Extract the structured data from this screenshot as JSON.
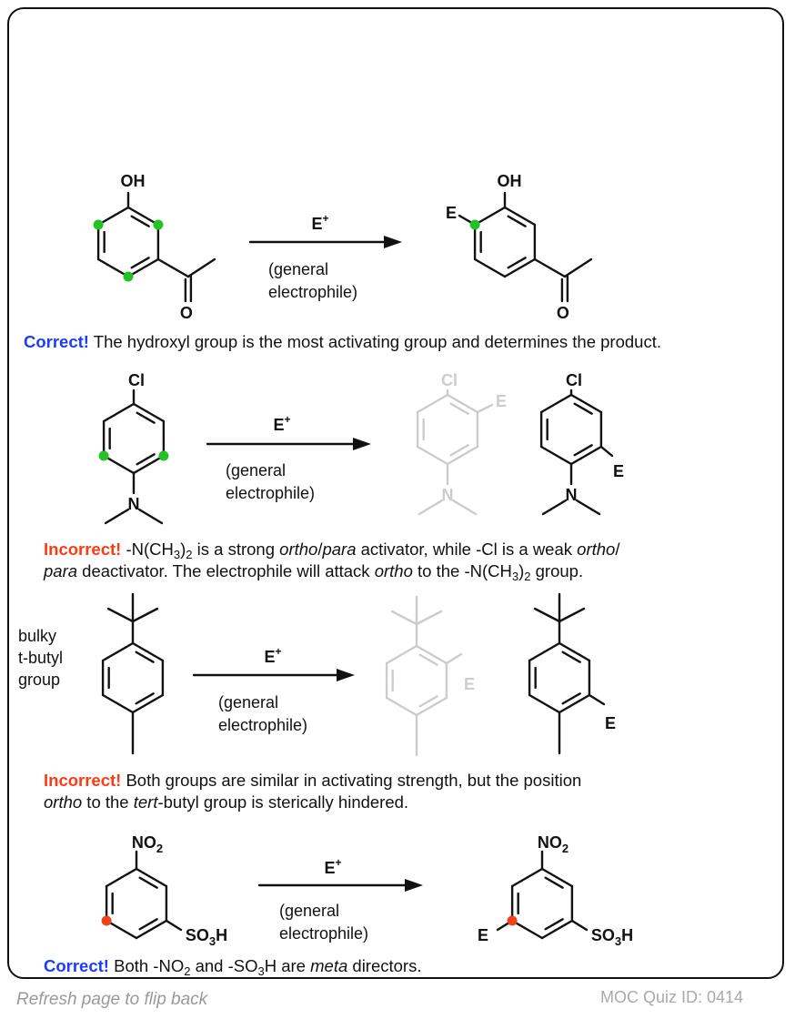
{
  "colors": {
    "activated_site": "#22c322",
    "meta_site": "#f2401c",
    "correct": "#1b3cff",
    "incorrect": "#ff3a12",
    "faded": "#cccccc"
  },
  "labels": {
    "oh": "OH",
    "o": "O",
    "e": "E",
    "cl": "Cl",
    "n": "N",
    "no2": [
      "NO",
      "2"
    ],
    "so3h": [
      "SO",
      "3",
      "H"
    ]
  },
  "reagent": {
    "e_main": "E",
    "e_sup": "+",
    "line1": "(general",
    "line2": "electrophile)"
  },
  "side_label": [
    "bulky",
    "t-butyl",
    "group"
  ],
  "captions": [
    {
      "lines": [
        [
          {
            "t": "Correct!",
            "s": "correct"
          },
          {
            "t": " The hydroxyl group is the most activating group and determines the product."
          }
        ]
      ]
    },
    {
      "lines": [
        [
          {
            "t": "Incorrect!",
            "s": "incorrect"
          },
          {
            "t": " -N(CH"
          },
          {
            "t": "3",
            "s": "sub"
          },
          {
            "t": ")"
          },
          {
            "t": "2",
            "s": "sub"
          },
          {
            "t": " is a strong "
          },
          {
            "t": "ortho",
            "s": "i"
          },
          {
            "t": "/"
          },
          {
            "t": "para",
            "s": "i"
          },
          {
            "t": " activator, while -Cl is a weak "
          },
          {
            "t": "ortho",
            "s": "i"
          },
          {
            "t": "/"
          }
        ],
        [
          {
            "t": "para",
            "s": "i"
          },
          {
            "t": " deactivator. The electrophile will attack "
          },
          {
            "t": "ortho",
            "s": "i"
          },
          {
            "t": " to the -N(CH"
          },
          {
            "t": "3",
            "s": "sub"
          },
          {
            "t": ")"
          },
          {
            "t": "2",
            "s": "sub"
          },
          {
            "t": " group."
          }
        ]
      ]
    },
    {
      "lines": [
        [
          {
            "t": "Incorrect!",
            "s": "incorrect"
          },
          {
            "t": " Both groups are similar in activating strength, but the position"
          }
        ],
        [
          {
            "t": "ortho",
            "s": "i"
          },
          {
            "t": " to the "
          },
          {
            "t": "tert",
            "s": "i"
          },
          {
            "t": "-butyl group is sterically hindered."
          }
        ]
      ]
    },
    {
      "lines": [
        [
          {
            "t": "Correct!",
            "s": "correct"
          },
          {
            "t": " Both -NO"
          },
          {
            "t": "2",
            "s": "sub"
          },
          {
            "t": " and -SO"
          },
          {
            "t": "3",
            "s": "sub"
          },
          {
            "t": "H are "
          },
          {
            "t": "meta",
            "s": "i"
          },
          {
            "t": " directors."
          }
        ]
      ]
    }
  ],
  "footer": {
    "refresh": "Refresh page to flip back",
    "quiz_id": "MOC Quiz ID: 0414"
  }
}
